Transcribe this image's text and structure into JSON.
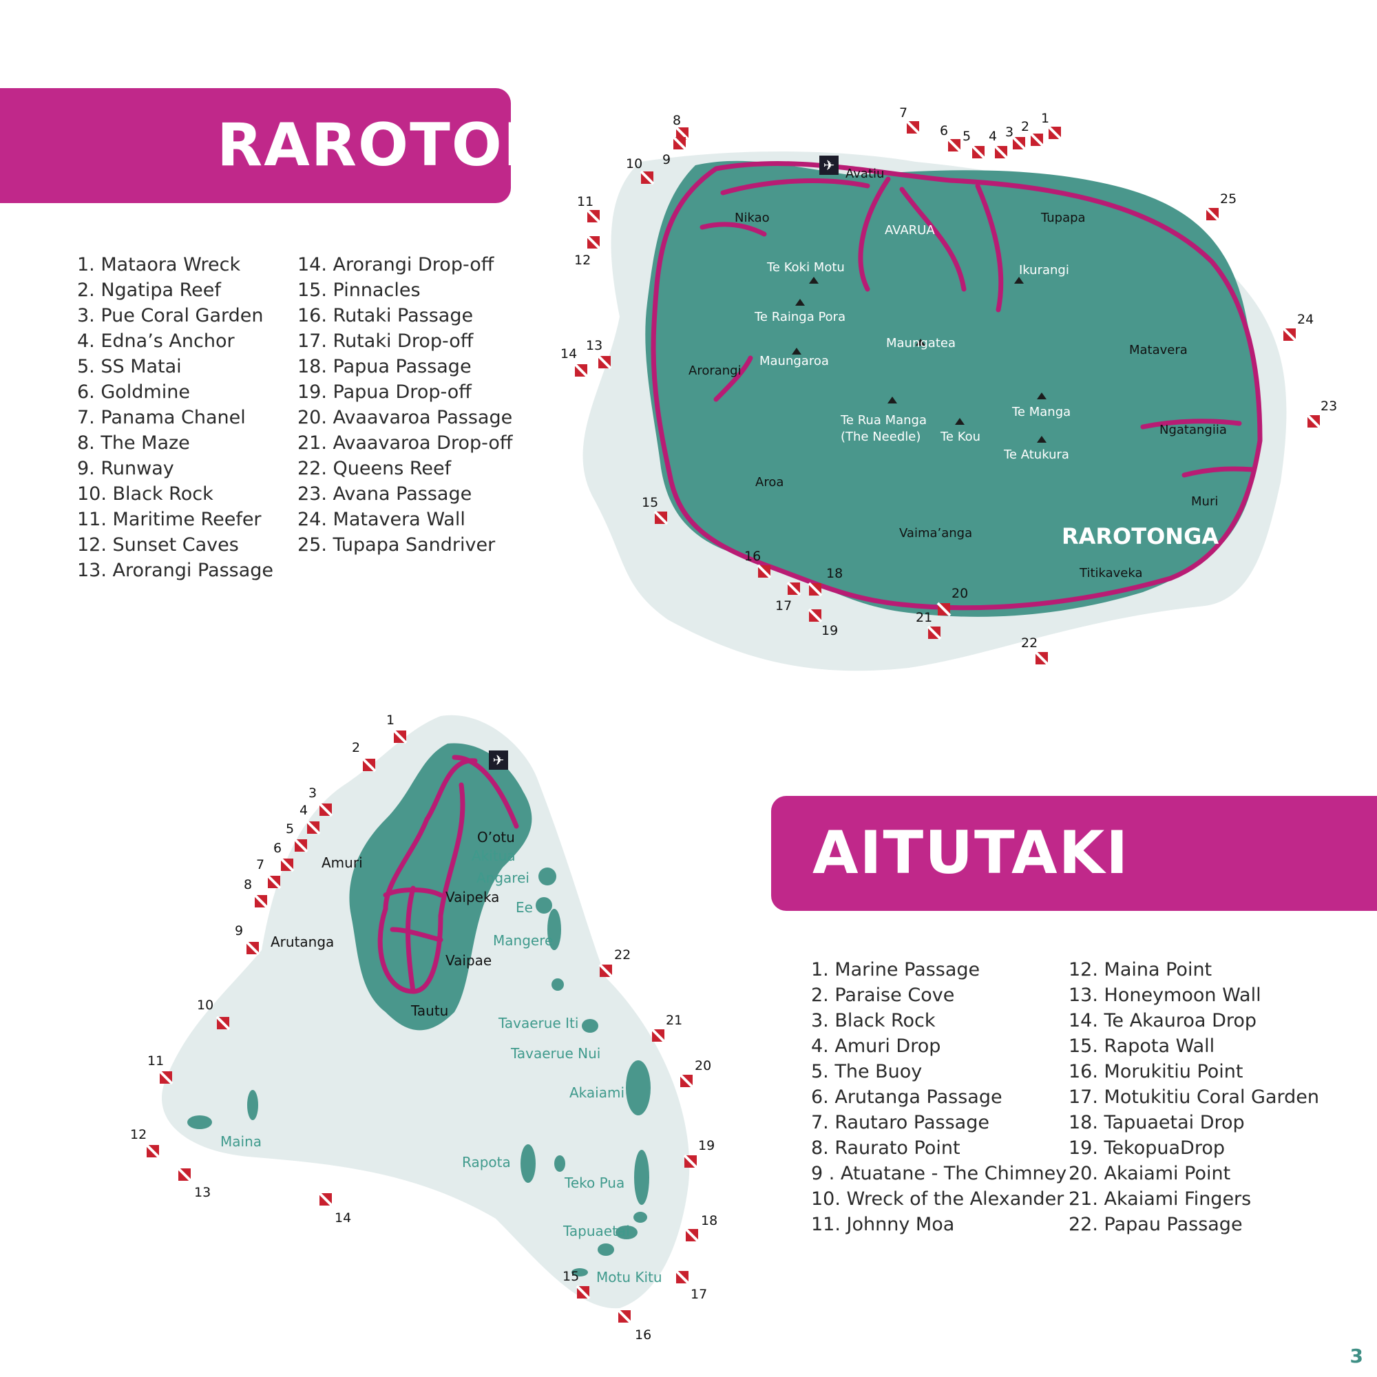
{
  "rarotonga": {
    "title": "RAROTONGA",
    "sites_left": [
      "1. Mataora Wreck",
      "2. Ngatipa Reef",
      "3. Pue Coral Garden",
      "4. Edna’s Anchor",
      "5. SS Matai",
      "6. Goldmine",
      "7. Panama Chanel",
      "8. The Maze",
      "9. Runway",
      "10. Black Rock",
      "11. Maritime Reefer",
      "12. Sunset Caves",
      "13. Arorangi Passage"
    ],
    "sites_right": [
      "14. Arorangi Drop-off",
      "15. Pinnacles",
      "16. Rutaki Passage",
      "17. Rutaki Drop-off",
      "18. Papua Passage",
      "19. Papua Drop-off",
      "20. Avaavaroa Passage",
      "21. Avaavaroa Drop-off",
      "22. Queens Reef",
      "23. Avana Passage",
      "24. Matavera Wall",
      "25. Tupapa Sandriver"
    ],
    "map": {
      "island_label": "RAROTONGA",
      "places": [
        "Avatiu",
        "Nikao",
        "AVARUA",
        "Tupapa",
        "Te Koki Motu",
        "Te Rainga Pora",
        "Ikurangi",
        "Maungatea",
        "Maungaroa",
        "Arorangi",
        "Matavera",
        "Te Rua Manga",
        "(The Needle)",
        "Te Kou",
        "Te Manga",
        "Ngatangiia",
        "Te Atukura",
        "Aroa",
        "Muri",
        "Vaima’anga",
        "Titikaveka"
      ],
      "site_numbers": [
        "1",
        "2",
        "3",
        "4",
        "5",
        "6",
        "7",
        "8",
        "9",
        "10",
        "11",
        "12",
        "13",
        "14",
        "15",
        "16",
        "17",
        "18",
        "19",
        "20",
        "21",
        "22",
        "23",
        "24",
        "25"
      ]
    }
  },
  "aitutaki": {
    "title": "AITUTAKI",
    "sites_left": [
      "1. Marine Passage",
      "2. Paraise Cove",
      "3. Black Rock",
      "4. Amuri Drop",
      "5. The Buoy",
      "6. Arutanga Passage",
      "7. Rautaro Passage",
      "8. Raurato Point",
      "9 . Atuatane - The Chimney",
      "10. Wreck of the Alexander",
      "11. Johnny Moa"
    ],
    "sites_right": [
      "12. Maina Point",
      "13. Honeymoon Wall",
      "14. Te Akauroa Drop",
      "15. Rapota Wall",
      "16. Morukitiu Point",
      "17. Motukitiu Coral Garden",
      "18. Tapuaetai Drop",
      "19. TekopuaDrop",
      "20. Akaiami Point",
      "21. Akaiami Fingers",
      "22. Papau Passage"
    ],
    "map": {
      "places_dark": [
        "O’otu",
        "Amuri",
        "Vaipeka",
        "Arutanga",
        "Vaipae",
        "Tautu"
      ],
      "places_teal": [
        "Akitua",
        "Angarei",
        "Ee",
        "Mangere",
        "Tavaerue Iti",
        "Tavaerue Nui",
        "Akaiami",
        "Maina",
        "Rapota",
        "Teko Pua",
        "Tapuaetai",
        "Motu Kitu"
      ],
      "site_numbers": [
        "1",
        "2",
        "3",
        "4",
        "5",
        "6",
        "7",
        "8",
        "9",
        "10",
        "11",
        "12",
        "13",
        "14",
        "15",
        "16",
        "17",
        "18",
        "19",
        "20",
        "21",
        "22"
      ]
    }
  },
  "page_number": "3",
  "colors": {
    "banner": "#c0288a",
    "road": "#b81c74",
    "island": "#4a978c",
    "reef": "#e3ecec",
    "flag": "#c8202e"
  }
}
